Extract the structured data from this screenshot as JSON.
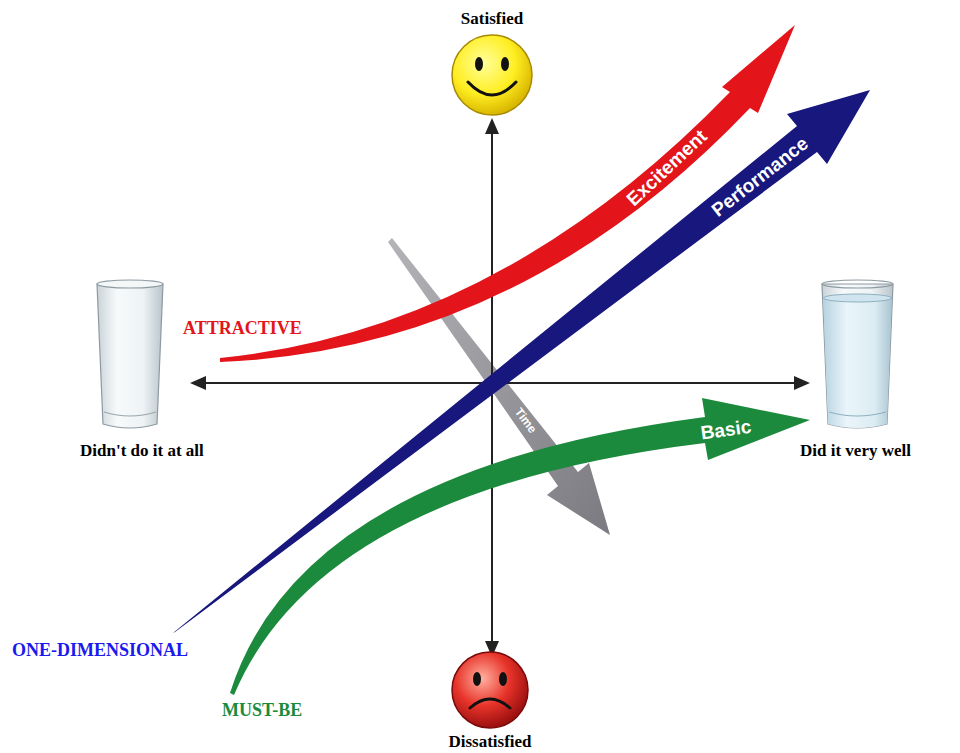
{
  "diagram": {
    "labels": [
      "Satisfied",
      "Didn't do it at all",
      "Did it very well",
      "Dissatisfied",
      "ATTRACTIVE",
      "Excitement",
      "Performance",
      "ONE-DIMENSIONAL",
      "Basic",
      "MUST-BE",
      "Time"
    ]
  }
}
